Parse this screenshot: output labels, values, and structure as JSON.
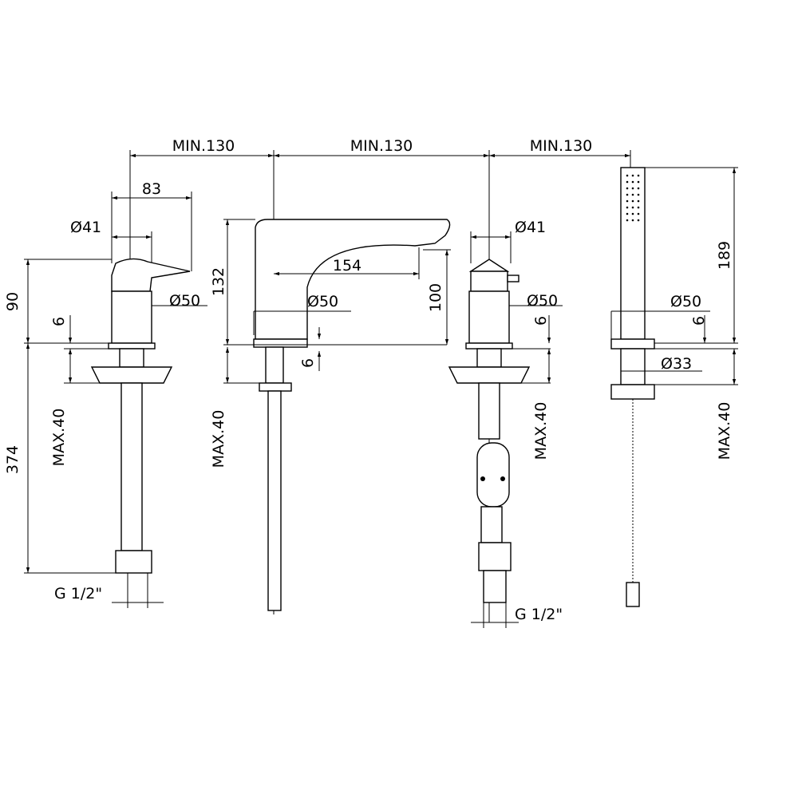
{
  "title": "Three-hole basin mixer with hand shower – technical drawing",
  "dimensions": {
    "min_spacing_left": "MIN.130",
    "min_spacing_center": "MIN.130",
    "min_spacing_right": "MIN.130",
    "lever_reach": "83",
    "left_handle_diameter": "Ø41",
    "left_body_diameter": "Ø50",
    "left_height": "90",
    "left_base": "6",
    "left_max_deck": "MAX.40",
    "left_hose_length": "374",
    "left_thread": "G 1/2\"",
    "spout_height": "132",
    "spout_reach": "154",
    "spout_body_diameter": "Ø50",
    "spout_base": "6",
    "spout_outlet_height": "100",
    "spout_max_deck": "MAX.40",
    "right_handle_diameter": "Ø41",
    "right_body_diameter": "Ø50",
    "right_base": "6",
    "right_max_deck": "MAX.40",
    "right_thread": "G 1/2\"",
    "shower_height": "189",
    "shower_body_diameter": "Ø50",
    "shower_base": "6",
    "shower_nut_diameter": "Ø33",
    "shower_max_deck": "MAX.40"
  }
}
